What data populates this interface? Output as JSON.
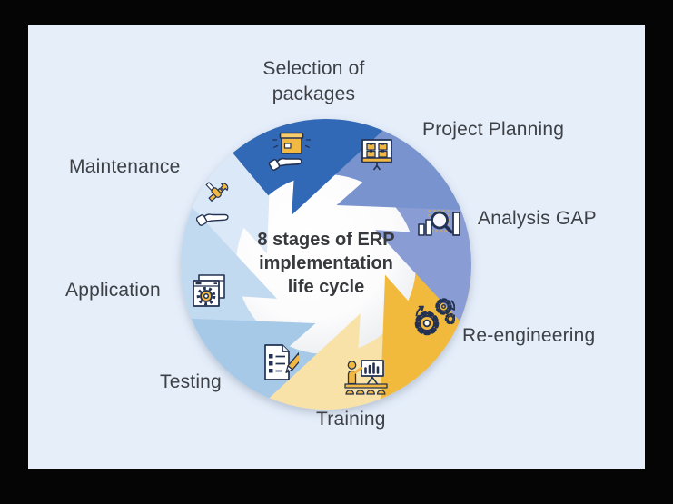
{
  "colors": {
    "frame": "#050505",
    "panel": "#e6eefa",
    "label_text": "#3d4145",
    "center_text": "#37393d",
    "icon_outline": "#233252",
    "icon_gold": "#f2b844",
    "center_fill": "#ffffff"
  },
  "diagram": {
    "center_title": "8 stages of ERP implementation life cycle",
    "stages": [
      {
        "label": "Selection of packages",
        "color": "#3069b6",
        "icon": "package-in-hand-icon"
      },
      {
        "label": "Project Planning",
        "color": "#7893cd",
        "icon": "planning-board-icon"
      },
      {
        "label": "Analysis GAP",
        "color": "#8a9cd4",
        "icon": "chart-magnifier-icon"
      },
      {
        "label": "Re-engineering",
        "color": "#f2ba3e",
        "icon": "gears-arrows-icon"
      },
      {
        "label": "Training",
        "color": "#f8e2a7",
        "icon": "trainer-audience-icon"
      },
      {
        "label": "Testing",
        "color": "#a6c9e8",
        "icon": "checklist-pencil-icon"
      },
      {
        "label": "Application",
        "color": "#c2daf0",
        "icon": "app-window-gear-icon"
      },
      {
        "label": "Maintenance",
        "color": "#dbe8f7",
        "icon": "tools-hand-icon"
      }
    ]
  }
}
